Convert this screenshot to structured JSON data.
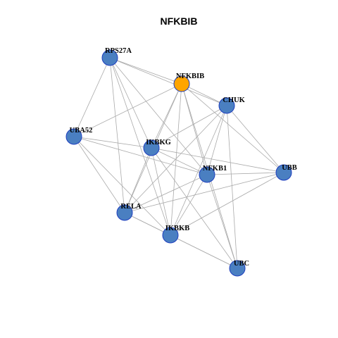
{
  "title": "NFKBIB",
  "colors": {
    "node_default": "#4a7fc1",
    "node_highlight": "#ffa500",
    "node_border": "#1f3fbf",
    "edge": "#aaaaaa"
  },
  "nodes": [
    {
      "id": "RPS27A",
      "label": "RPS27A",
      "highlight": false
    },
    {
      "id": "NFKBIB",
      "label": "NFKBIB",
      "highlight": true
    },
    {
      "id": "CHUK",
      "label": "CHUK",
      "highlight": false
    },
    {
      "id": "UBA52",
      "label": "UBA52",
      "highlight": false
    },
    {
      "id": "IKBKG",
      "label": "IKBKG",
      "highlight": false
    },
    {
      "id": "NFKB1",
      "label": "NFKB1",
      "highlight": false
    },
    {
      "id": "UBB",
      "label": "UBB",
      "highlight": false
    },
    {
      "id": "RELA",
      "label": "RELA",
      "highlight": false
    },
    {
      "id": "IKBKB",
      "label": "IKBKB",
      "highlight": false
    },
    {
      "id": "UBC",
      "label": "UBC",
      "highlight": false
    }
  ],
  "edges": [
    [
      "RPS27A",
      "NFKBIB"
    ],
    [
      "RPS27A",
      "CHUK"
    ],
    [
      "RPS27A",
      "UBA52"
    ],
    [
      "RPS27A",
      "IKBKG"
    ],
    [
      "RPS27A",
      "NFKB1"
    ],
    [
      "RPS27A",
      "RELA"
    ],
    [
      "RPS27A",
      "IKBKB"
    ],
    [
      "NFKBIB",
      "CHUK"
    ],
    [
      "NFKBIB",
      "UBA52"
    ],
    [
      "NFKBIB",
      "IKBKG"
    ],
    [
      "NFKBIB",
      "NFKB1"
    ],
    [
      "NFKBIB",
      "RELA"
    ],
    [
      "NFKBIB",
      "IKBKB"
    ],
    [
      "NFKBIB",
      "UBB"
    ],
    [
      "NFKBIB",
      "UBC"
    ],
    [
      "CHUK",
      "IKBKG"
    ],
    [
      "CHUK",
      "NFKB1"
    ],
    [
      "CHUK",
      "RELA"
    ],
    [
      "CHUK",
      "IKBKB"
    ],
    [
      "CHUK",
      "UBB"
    ],
    [
      "CHUK",
      "UBC"
    ],
    [
      "UBA52",
      "IKBKG"
    ],
    [
      "UBA52",
      "NFKB1"
    ],
    [
      "UBA52",
      "RELA"
    ],
    [
      "UBA52",
      "IKBKB"
    ],
    [
      "IKBKG",
      "NFKB1"
    ],
    [
      "IKBKG",
      "RELA"
    ],
    [
      "IKBKG",
      "IKBKB"
    ],
    [
      "IKBKG",
      "UBB"
    ],
    [
      "IKBKG",
      "UBC"
    ],
    [
      "NFKB1",
      "RELA"
    ],
    [
      "NFKB1",
      "IKBKB"
    ],
    [
      "NFKB1",
      "UBB"
    ],
    [
      "NFKB1",
      "UBC"
    ],
    [
      "UBB",
      "RELA"
    ],
    [
      "UBB",
      "IKBKB"
    ],
    [
      "RELA",
      "IKBKB"
    ],
    [
      "RELA",
      "UBC"
    ],
    [
      "IKBKB",
      "UBC"
    ]
  ]
}
